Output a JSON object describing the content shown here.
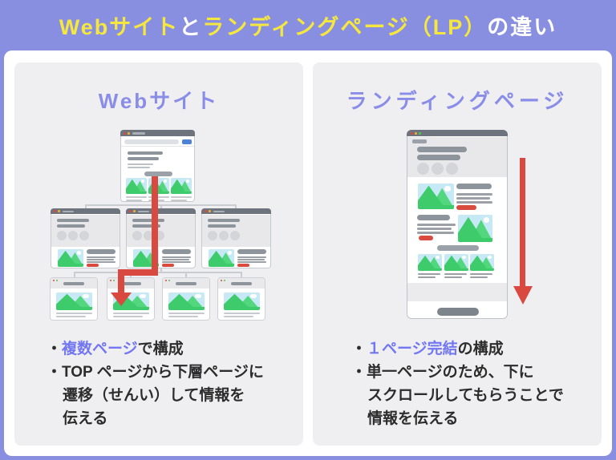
{
  "header": {
    "title_segments": [
      {
        "text": "Webサイト",
        "color": "#f6e73f"
      },
      {
        "text": "と",
        "color": "#ffffff"
      },
      {
        "text": "ランディングページ（LP）",
        "color": "#f6e73f"
      },
      {
        "text": "の違い",
        "color": "#ffffff"
      }
    ]
  },
  "ui": {
    "bullet_marker": "・"
  },
  "left_panel": {
    "heading": "Webサイト",
    "bullet1_highlight": "複数ページ",
    "bullet1_rest": "で構成",
    "bullet2_line1": "TOP ページから下層ページに",
    "bullet2_line2": "遷移（せんい）して情報を",
    "bullet2_line3": "伝える"
  },
  "right_panel": {
    "heading": "ランディングページ",
    "bullet1_highlight": "１ページ完結",
    "bullet1_rest": "の構成",
    "bullet2_line1": "単一ページのため、下に",
    "bullet2_line2": "スクロールしてもらうことで",
    "bullet2_line3": "情報を伝える"
  },
  "icons": {
    "browser_dots": "traffic-light-dots",
    "image_placeholder": "mountain-sun-image",
    "left_arrow": "bent-down-arrow",
    "right_arrow": "straight-down-arrow"
  },
  "colors": {
    "background_purple": "#898fe0",
    "title_yellow": "#f6e73f",
    "title_white": "#ffffff",
    "card_white": "#ffffff",
    "panel_gray": "#efeff1",
    "heading_purple": "#8a8de8",
    "highlight_purple": "#7276f2",
    "body_text": "#2c2c2c",
    "arrow_red": "#d9493f",
    "button_red": "#da4b3f",
    "button_blue": "#4d82d8",
    "titlebar_gray": "#6d747d",
    "placeholder_dark": "#8d949b",
    "placeholder_light": "#c4c8cc",
    "image_sky": "#c6e9f5",
    "image_green": "#3ecb6c",
    "dot_red": "#e0443c",
    "dot_yellow": "#f0b32e",
    "dot_green": "#57c454"
  }
}
